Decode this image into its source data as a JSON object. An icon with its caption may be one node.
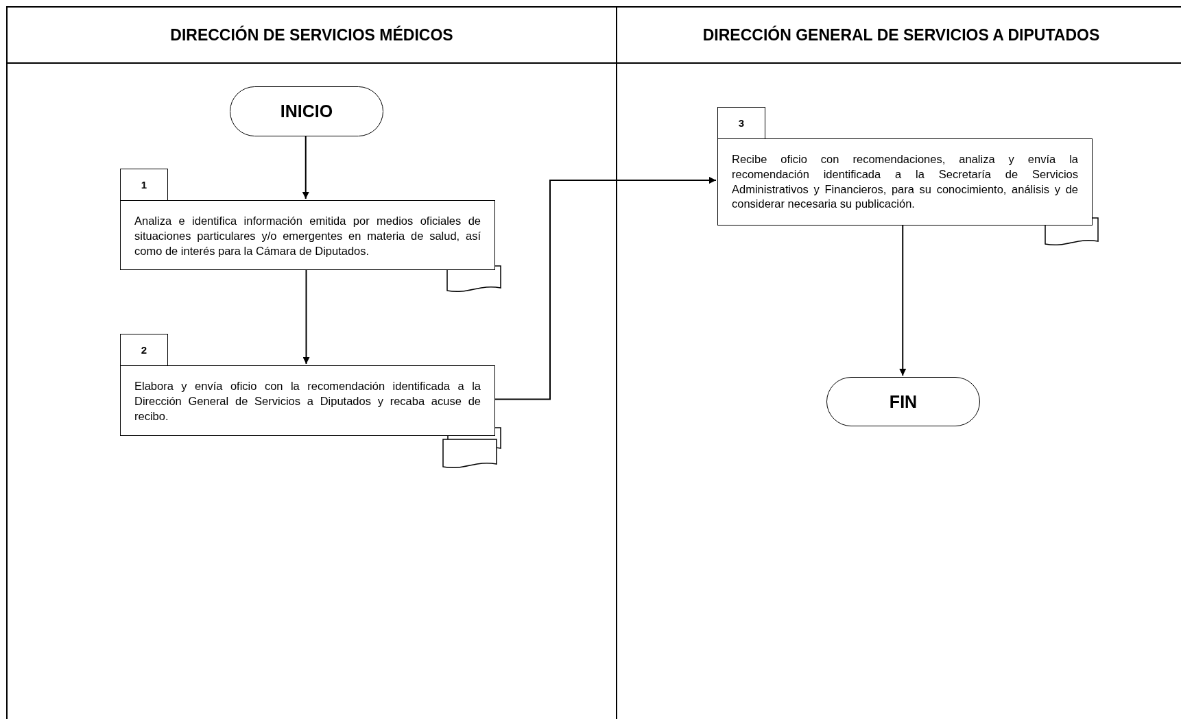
{
  "diagram": {
    "nodes": [
      {
        "text": [
          "DIRECCIÓN DE SERVICIOS MÉDICOS"
        ]
      },
      {
        "text": [
          "DIRECCIÓN GENERAL DE SERVICIOS A DIPUTADOS"
        ]
      },
      {
        "text": [
          "INICIO"
        ],
        "in": 0
      },
      {
        "text": [
          "1",
          "Analiza e identifica información emitida por medios oficiales de situaciones particulares y/o emergentes en materia de salud, así como de interés para la Cámara de Diputados."
        ],
        "in": 0
      },
      {
        "text": [
          "2",
          "Elabora y envía oficio con la recomendación identificada a la Dirección General de Servicios a Diputados y recaba acuse de recibo."
        ],
        "in": 0
      },
      {
        "text": [
          "3",
          "Recibe oficio con recomendaciones, analiza y envía la recomendación identificada a la Secretaría de Servicios Administrativos y Financieros, para su conocimiento, análisis y de considerar necesaria su publicación."
        ],
        "in": 1
      },
      {
        "text": [
          "FIN"
        ],
        "in": 1
      }
    ],
    "edges": [
      {
        "from": 2,
        "to": 3,
        "arrow": "to"
      },
      {
        "from": 3,
        "to": 4,
        "arrow": "to"
      },
      {
        "from": 4,
        "to": 5,
        "arrow": "to"
      },
      {
        "from": 5,
        "to": 6,
        "arrow": "to"
      }
    ]
  }
}
